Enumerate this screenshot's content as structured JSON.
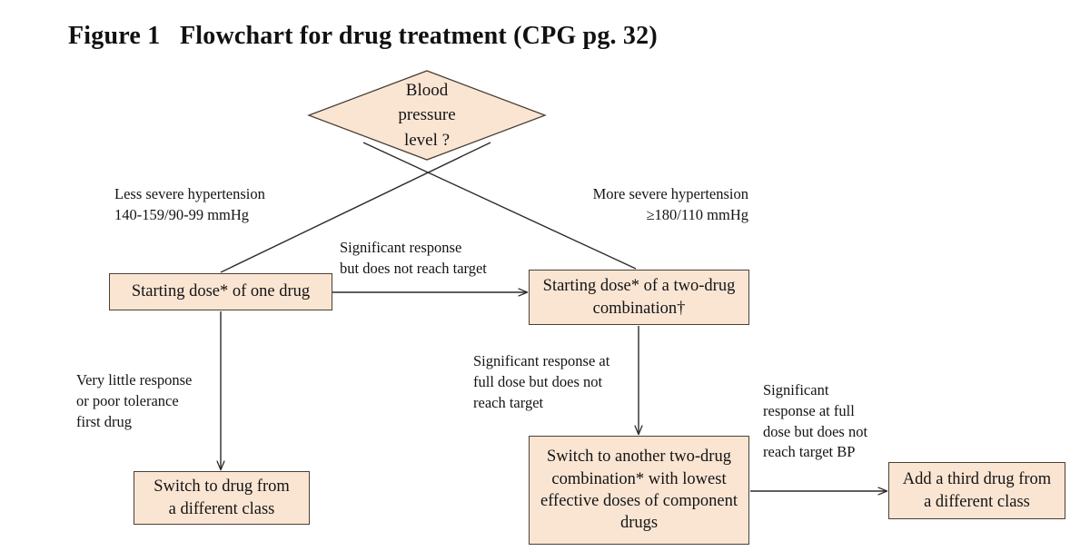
{
  "figure": {
    "title": "Figure 1   Flowchart for drug treatment (CPG pg. 32)",
    "fill_color": "#fae5d3",
    "stroke_color": "#4a4036",
    "text_color": "#141414",
    "background_color": "#ffffff"
  },
  "nodes": {
    "decision": {
      "label": "Blood\npressure\nlevel ?",
      "shape": "diamond"
    },
    "one_drug": {
      "label": "Starting dose* of one drug",
      "shape": "rectangle"
    },
    "two_drug": {
      "label": "Starting dose* of a two-drug\ncombination†",
      "shape": "rectangle"
    },
    "switch_class": {
      "label": "Switch to drug from\na different class",
      "shape": "rectangle"
    },
    "switch_combo": {
      "label": "Switch to another two-drug\ncombination* with lowest\neffective doses of component\ndrugs",
      "shape": "rectangle"
    },
    "add_third": {
      "label": "Add a third drug from\na different class",
      "shape": "rectangle"
    }
  },
  "edge_labels": {
    "less_severe": "Less severe hypertension\n140-159/90-99  mmHg",
    "more_severe": "More severe hypertension\n≥180/110  mmHg",
    "significant_response": "Significant  response\nbut does not reach target",
    "very_little_response": "Very little  response\nor poor tolerance\nfirst drug",
    "significant_full_dose": "Significant  response at\nfull  dose but does not\nreach target",
    "significant_full_dose_bp": "Significant\nresponse at full\ndose but does not\nreach target BP"
  }
}
